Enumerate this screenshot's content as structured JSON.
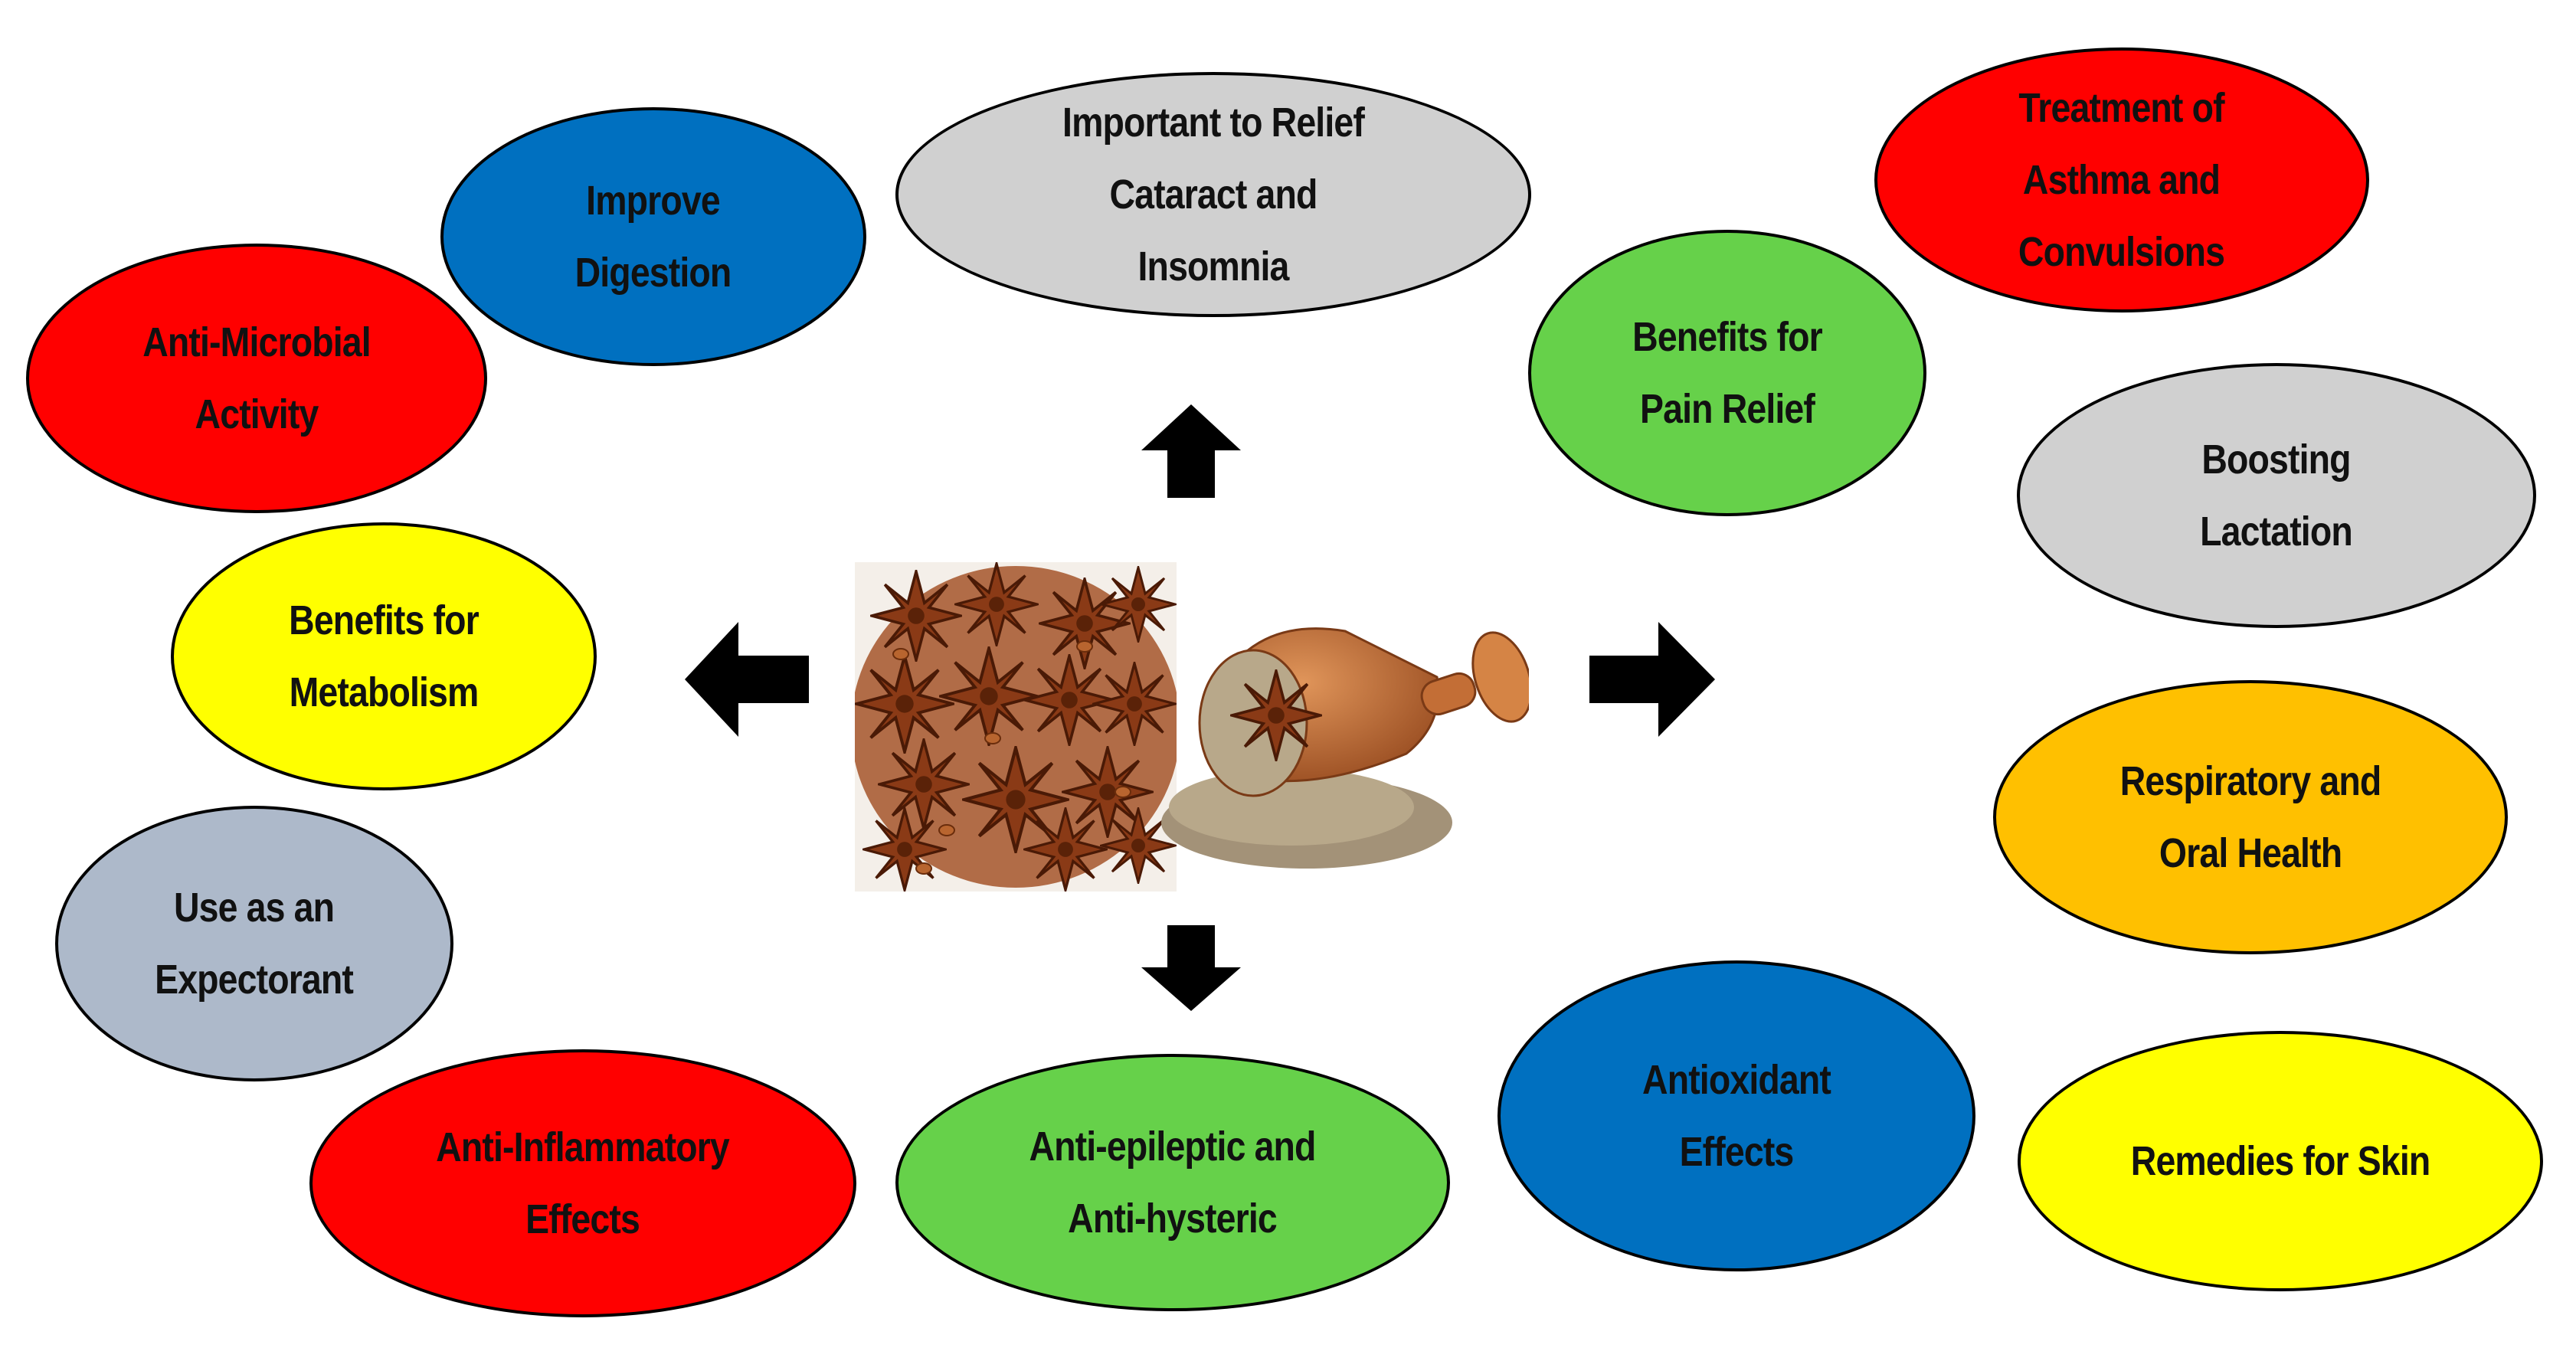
{
  "colors": {
    "red": "#ff0000",
    "blue": "#0070c0",
    "grey": "#d0d0d0",
    "green": "#66d14a",
    "yellow": "#ffff00",
    "bluegrey": "#adb9ca",
    "orange": "#ffc000",
    "outline": "#000000",
    "arrow": "#000000"
  },
  "center_image": {
    "icon": "star-anise-and-anise-seed-photo"
  },
  "arrows": {
    "up": "arrow-up-icon",
    "down": "arrow-down-icon",
    "left": "arrow-left-icon",
    "right": "arrow-right-icon"
  },
  "benefits": {
    "improve_digestion": "Improve\nDigestion",
    "cataract_insomnia": "Important to Relief\nCataract and\nInsomnia",
    "asthma_convulsions": "Treatment of\nAsthma and\nConvulsions",
    "anti_microbial": "Anti-Microbial\nActivity",
    "pain_relief": "Benefits for\nPain Relief",
    "boosting_lactation": "Boosting\nLactation",
    "metabolism": "Benefits for\nMetabolism",
    "respiratory_oral": "Respiratory and\nOral Health",
    "expectorant": "Use as an\nExpectorant",
    "antioxidant": "Antioxidant\nEffects",
    "anti_inflammatory": "Anti-Inflammatory\nEffects",
    "anti_epileptic": "Anti-epileptic and\nAnti-hysteric",
    "skin": "Remedies for Skin"
  }
}
